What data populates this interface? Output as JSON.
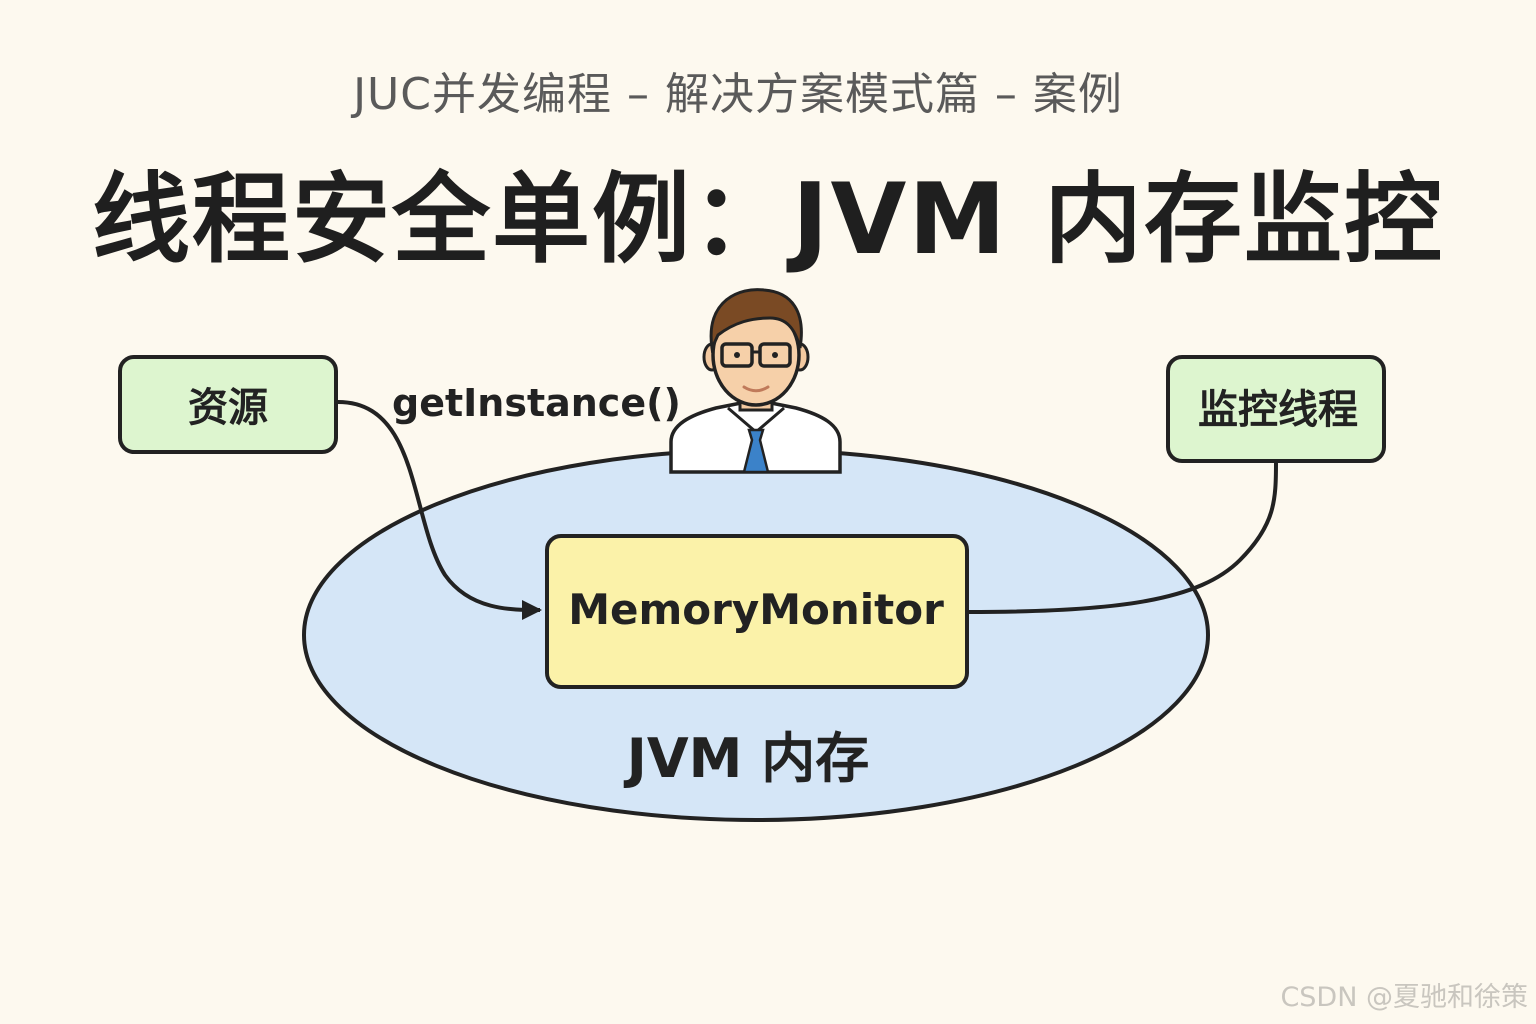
{
  "header": {
    "subtitle": "JUC并发编程 – 解决方案模式篇 – 案例",
    "title": "线程安全单例：JVM 内存监控"
  },
  "diagram": {
    "resource_label": "资源",
    "call_label": "getInstance()",
    "monitor_thread_label": "监控线程",
    "singleton_label": "MemoryMonitor",
    "region_label": "JVM 内存",
    "person_icon": "developer-avatar-icon"
  },
  "colors": {
    "background": "#fdf9ef",
    "green_box": "#ddf5cf",
    "yellow_box": "#fbf2a9",
    "ellipse_fill": "#d5e6f7",
    "stroke": "#222222"
  },
  "footer": {
    "watermark": "CSDN @夏驰和徐策"
  }
}
